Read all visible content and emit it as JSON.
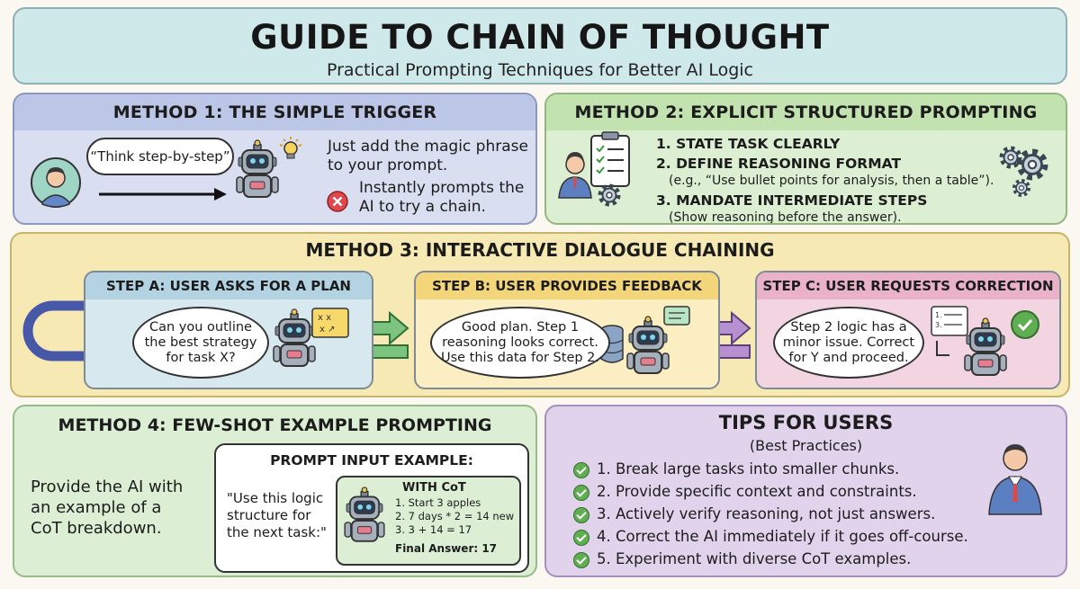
{
  "header": {
    "title": "GUIDE TO CHAIN OF THOUGHT",
    "subtitle": "Practical Prompting Techniques for Better AI Logic"
  },
  "method1": {
    "title": "METHOD 1: THE SIMPLE TRIGGER",
    "bubble": "“Think step-by-step”",
    "line1": "Just add the magic phrase",
    "line2": "to your prompt.",
    "note_line1": "Instantly prompts the",
    "note_line2": "AI to try a chain."
  },
  "method2": {
    "title": "METHOD 2: EXPLICIT STRUCTURED PROMPTING",
    "step1": "1. STATE TASK CLEARLY",
    "step2": "2. DEFINE REASONING FORMAT",
    "step2_detail": "(e.g., “Use bullet points for analysis, then a table”).",
    "step3": "3. MANDATE INTERMEDIATE STEPS",
    "step3_detail": "(Show reasoning before the answer)."
  },
  "method3": {
    "title": "METHOD 3: INTERACTIVE DIALOGUE CHAINING",
    "step_a": {
      "title": "STEP A: USER ASKS FOR A PLAN",
      "l1": "Can you outline",
      "l2": "the best strategy",
      "l3": "for task X?"
    },
    "step_b": {
      "title": "STEP B: USER PROVIDES FEEDBACK",
      "l1": "Good plan. Step 1",
      "l2": "reasoning looks correct.",
      "l3": "Use this data for Step 2."
    },
    "step_c": {
      "title": "STEP C: USER REQUESTS CORRECTION",
      "l1": "Step 2 logic has a",
      "l2": "minor issue. Correct",
      "l3": "for Y and proceed."
    }
  },
  "method4": {
    "title": "METHOD 4: FEW-SHOT EXAMPLE PROMPTING",
    "left_l1": "Provide the AI with",
    "left_l2": "an example of a",
    "left_l3": "CoT breakdown.",
    "example_title": "PROMPT INPUT EXAMPLE:",
    "quote_l1": "\"Use this logic",
    "quote_l2": "structure for",
    "quote_l3": "the next task:\"",
    "cot_title": "WITH CoT",
    "cot_l1": "1. Start 3 apples",
    "cot_l2": "2. 7 days * 2 = 14 new",
    "cot_l3": "3. 3 + 14 = 17",
    "final": "Final Answer: 17"
  },
  "tips": {
    "title": "TIPS FOR USERS",
    "subtitle": "(Best Practices)",
    "items": [
      "1. Break large tasks into smaller chunks.",
      "2. Provide specific context and constraints.",
      "3. Actively verify reasoning, not just answers.",
      "4. Correct the AI immediately if it goes off-course.",
      "5. Experiment with diverse CoT examples."
    ]
  },
  "colors": {
    "title_bg": "#cfe8ea",
    "method1_bg": "#d9def0",
    "method2_bg": "#dcefd2",
    "method3_bg": "#f6e9b3",
    "method4_bg": "#dcefd5",
    "tips_bg": "#e1d3ec",
    "check_green": "#5fae52",
    "alert_red": "#e0474c"
  }
}
